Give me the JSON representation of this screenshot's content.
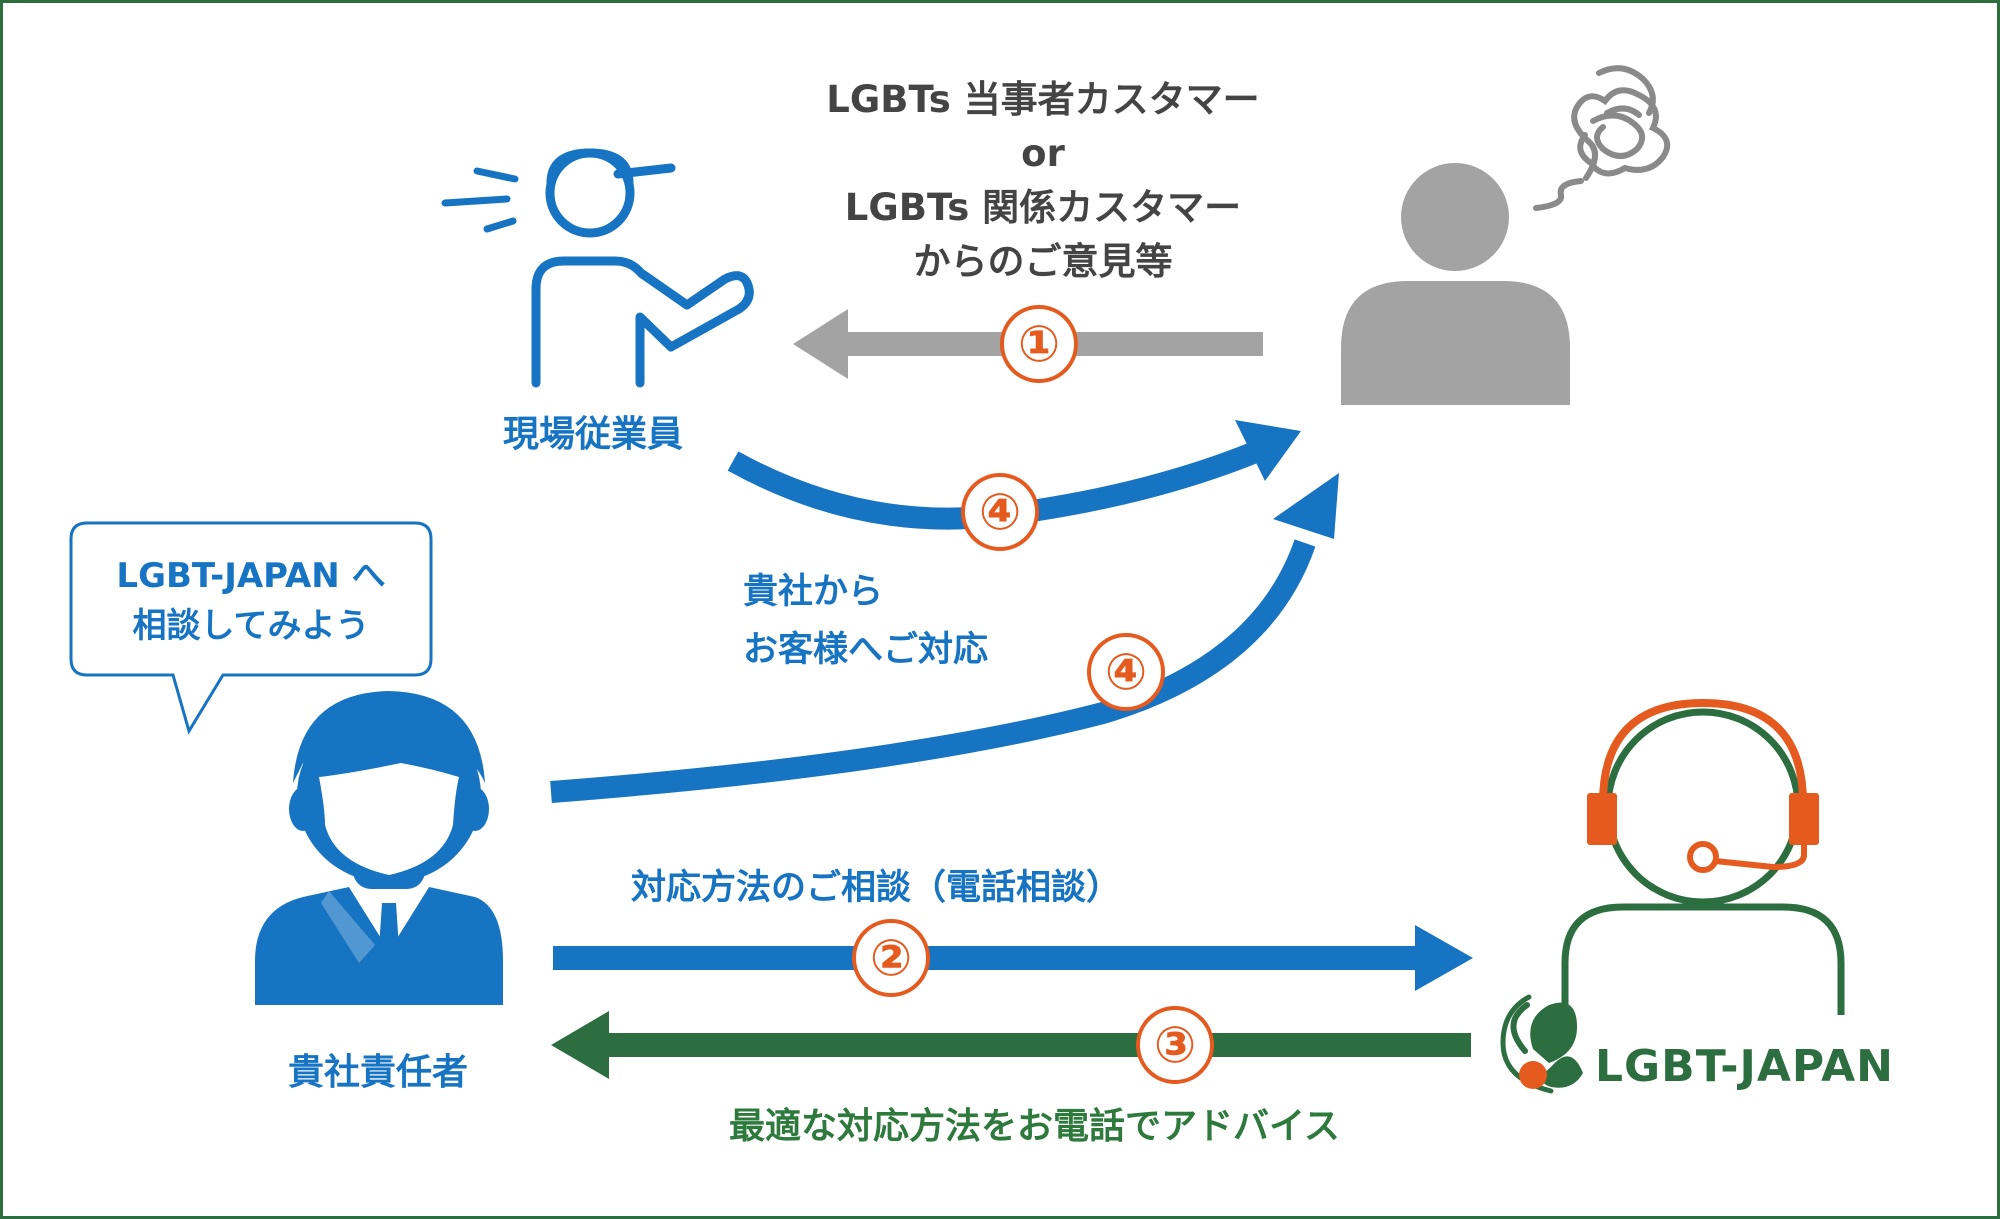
{
  "customer_message": {
    "line1": "LGBTs 当事者カスタマー",
    "line2": "or",
    "line3": "LGBTs 関係カスタマー",
    "line4": "からのご意見等"
  },
  "roles": {
    "field_staff": "現場従業員",
    "manager": "貴社責任者"
  },
  "speech_bubble": {
    "line1": "LGBT-JAPAN へ",
    "line2": "相談してみよう"
  },
  "response_label": {
    "line1": "貴社から",
    "line2": "お客様へご対応"
  },
  "consult_label": "対応方法のご相談（電話相談）",
  "advice_label": "最適な対応方法をお電話でアドバイス",
  "logo_text": "LGBT-JAPAN",
  "steps": {
    "s1": "①",
    "s2": "②",
    "s3": "③",
    "s4a": "④",
    "s4b": "④"
  },
  "icons": [
    "staff-person-icon",
    "customer-person-icon",
    "manager-person-icon",
    "operator-headset-icon",
    "lgbt-japan-logo-icon",
    "worried-scribble-icon"
  ],
  "colors": {
    "blue": "#1774c3",
    "gray": "#a3a3a3",
    "green": "#2c6e3f",
    "orange": "#e55a1e",
    "frame": "#2c6e3f"
  }
}
